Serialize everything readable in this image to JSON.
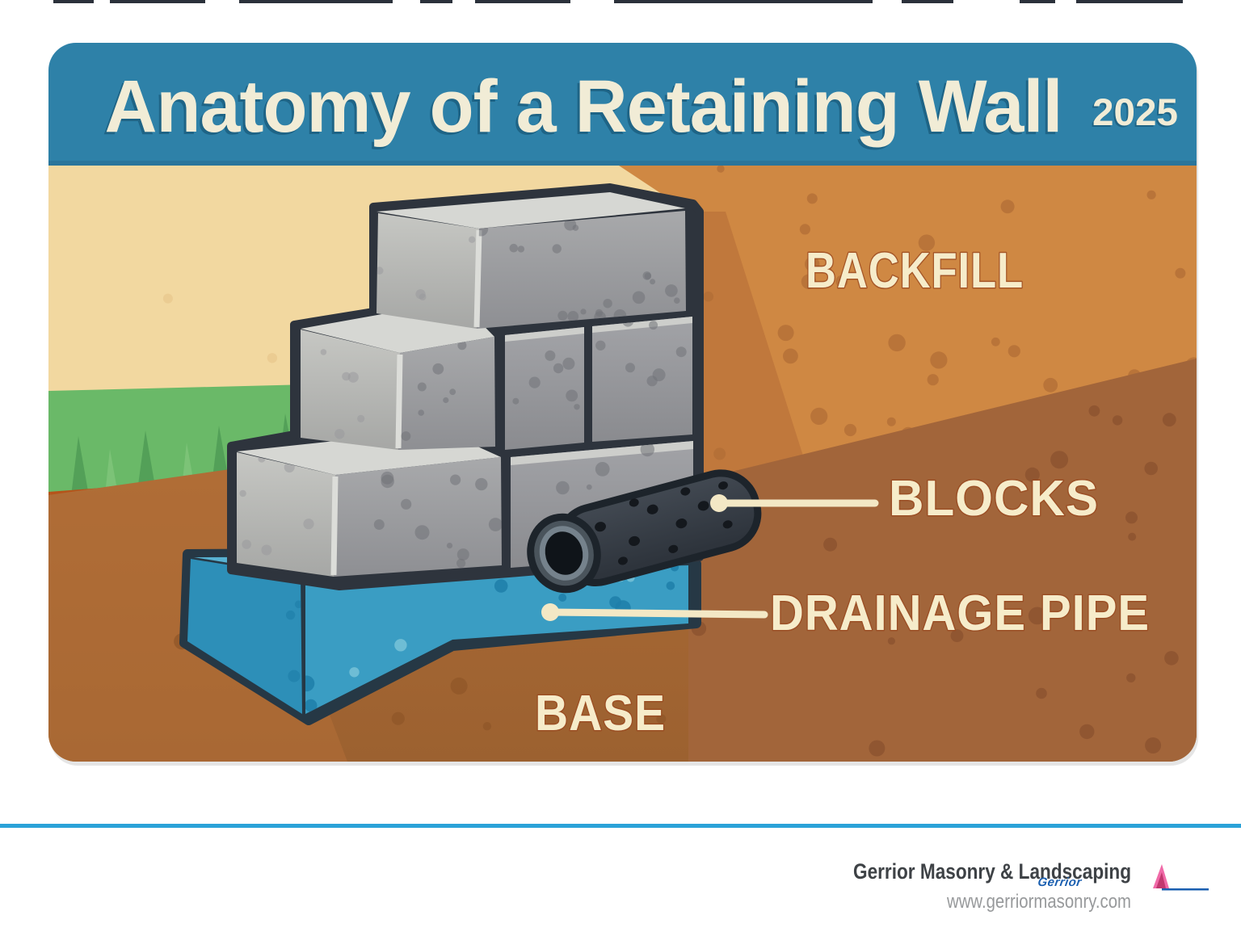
{
  "title": {
    "text": "Anatomy of a Retaining Wall",
    "year": "2025"
  },
  "diagram_labels": {
    "backfill": "BACKFILL",
    "blocks": "BLOCKS",
    "drainage_pipe": "DRAINAGE PIPE",
    "base": "BASE"
  },
  "footer": {
    "company": "Gerrior Masonry & Landscaping",
    "website": "www.gerriormasonry.com",
    "logo_text": "Gerrior"
  },
  "colors": {
    "header_blue": "#2e81a8",
    "label_cream": "#f6ecca",
    "sky_sand": "#f2d8a0",
    "grass_green": "#6ab968",
    "backfill_orange": "#cf8843",
    "subsoil_brown": "#a2653a",
    "topsoil_brown": "#ab6a34",
    "block_gray": "#9c9da1",
    "base_blue": "#3a9dc3",
    "pipe_charcoal": "#373d46",
    "divider_blue": "#2aa2d8"
  }
}
